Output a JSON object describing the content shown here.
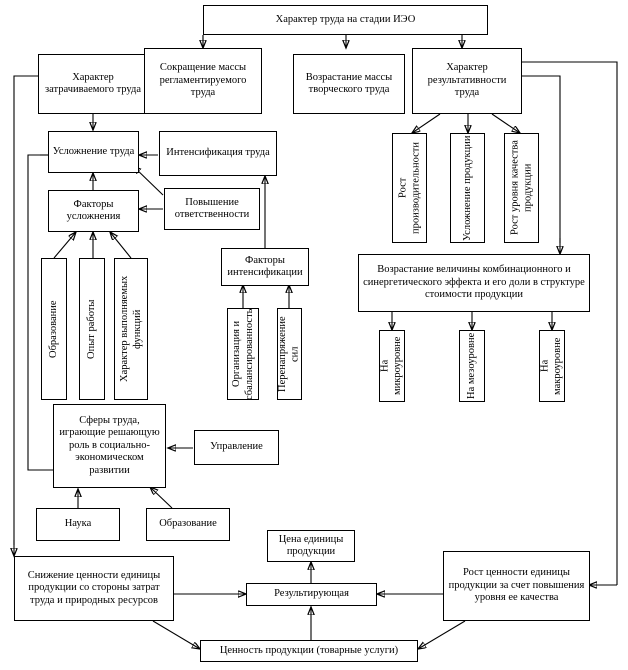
{
  "diagram": {
    "title": "Характер труда на стадии ИЭО",
    "nodes": {
      "root": "Характер труда на стадии ИЭО",
      "n_harakter_zatrachivaemogo": "Характер затрачиваемого труда",
      "n_sokrashenie_massy": "Сокращение массы регламентируемого труда",
      "n_vozrastanie_massy": "Возрастание массы творческого труда",
      "n_harakter_rezultativnosti": "Характер результативности труда",
      "n_uslozhnenie_truda": "Усложнение труда",
      "n_intensifikaciya_truda": "Интенсификация труда",
      "n_faktory_uslozhneniya": "Факторы усложнения",
      "n_povyshenie_otvetstvennosti": "Повышение ответственности",
      "n_obrazovanie_v": "Образование",
      "n_opyt_raboty": "Опыт работы",
      "n_harakter_funkciy": "Характер выполняемых функций",
      "n_faktory_intensifikacii": "Факторы интенсификации",
      "n_organizaciya": "Организация и сбалансированность",
      "n_perenapryazhenie": "Перенапряжение сил",
      "n_rost_proizvoditelnosti": "Рост производительности",
      "n_uslozhnenie_produkcii": "Усложнение продукции",
      "n_rost_kachestva": "Рост уровня качества продукции",
      "n_vozrastanie_velichiny": "Возрастание величины комбинационного и синергетического эффекта и его доли в структуре стоимости продукции",
      "n_mikrourovne": "На микроуровне",
      "n_mezourovne": "На мезоуровне",
      "n_makrourovne": "На макроуровне",
      "n_sfery_truda": "Сферы труда, играющие решающую роль в социально-экономическом развитии",
      "n_upravlenie": "Управление",
      "n_nauka": "Наука",
      "n_obrazovanie": "Образование",
      "n_snizhenie_cennosti": "Снижение ценности единицы продукции со стороны затрат труда и природных ресурсов",
      "n_cena_edinicy": "Цена единицы продукции",
      "n_rezultiruyushaya": "Результирующая",
      "n_rost_cennosti": "Рост ценности единицы продукции за счет повышения уровня ее качества",
      "n_cennost_produkcii": "Ценность продукции (товарные услуги)"
    },
    "colors": {
      "line": "#000000",
      "box_border": "#000000",
      "background": "#ffffff",
      "text": "#000000"
    }
  }
}
